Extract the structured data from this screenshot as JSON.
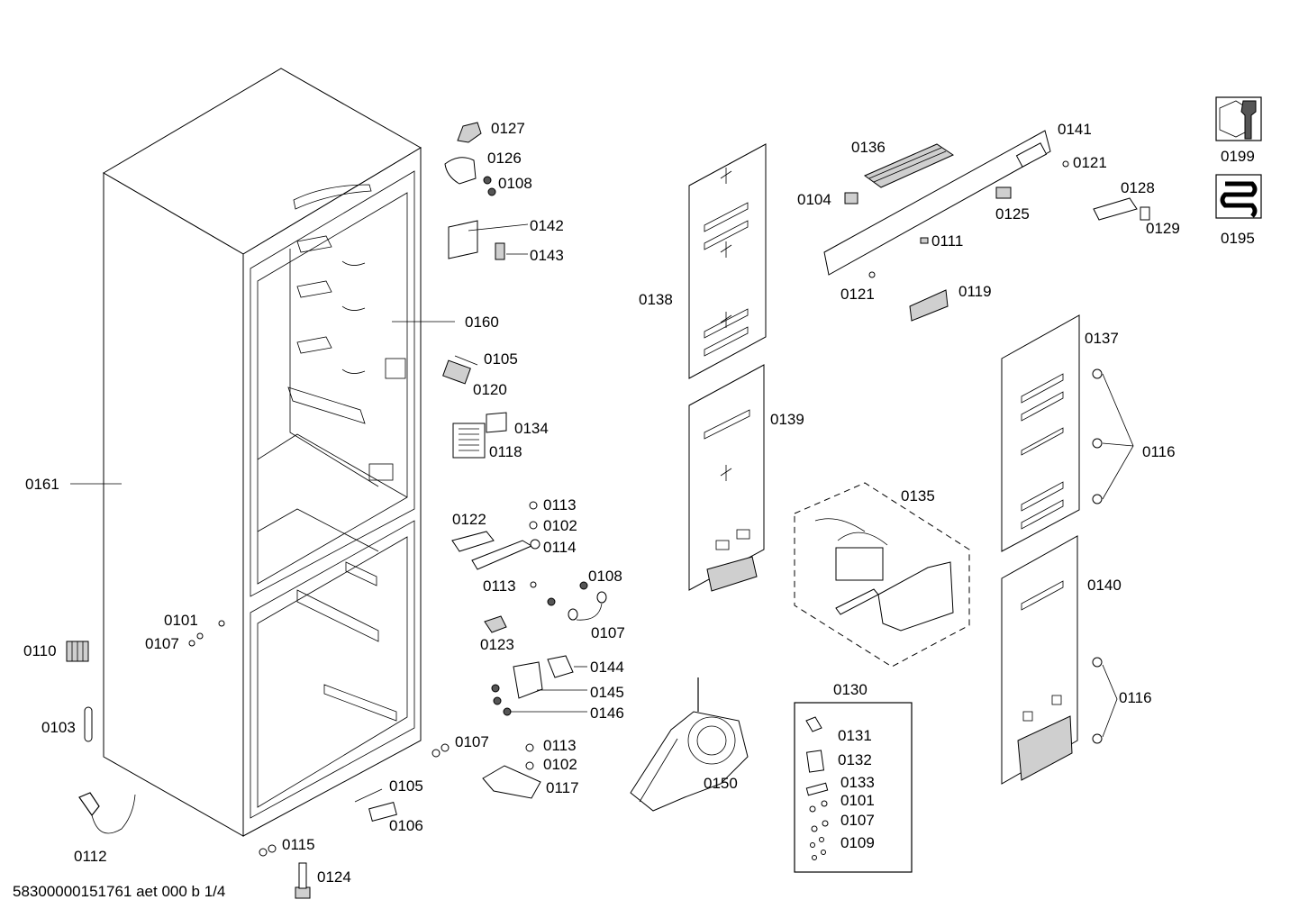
{
  "document_id": "58300000151761 aet 000 b 1/4",
  "callouts": {
    "c0101a": "0101",
    "c0101b": "0101",
    "c0102a": "0102",
    "c0102b": "0102",
    "c0103": "0103",
    "c0104": "0104",
    "c0105a": "0105",
    "c0105b": "0105",
    "c0106": "0106",
    "c0107a": "0107",
    "c0107b": "0107",
    "c0107c": "0107",
    "c0107d": "0107",
    "c0108a": "0108",
    "c0108b": "0108",
    "c0109": "0109",
    "c0110": "0110",
    "c0111": "0111",
    "c0112": "0112",
    "c0113a": "0113",
    "c0113b": "0113",
    "c0113c": "0113",
    "c0114": "0114",
    "c0115": "0115",
    "c0116a": "0116",
    "c0116b": "0116",
    "c0117": "0117",
    "c0118": "0118",
    "c0119": "0119",
    "c0120": "0120",
    "c0121a": "0121",
    "c0121b": "0121",
    "c0122": "0122",
    "c0123": "0123",
    "c0124": "0124",
    "c0125": "0125",
    "c0126": "0126",
    "c0127": "0127",
    "c0128": "0128",
    "c0129": "0129",
    "c0130": "0130",
    "c0131": "0131",
    "c0132": "0132",
    "c0133": "0133",
    "c0134": "0134",
    "c0135": "0135",
    "c0136": "0136",
    "c0137": "0137",
    "c0138": "0138",
    "c0139": "0139",
    "c0140": "0140",
    "c0141": "0141",
    "c0142": "0142",
    "c0143": "0143",
    "c0144": "0144",
    "c0145": "0145",
    "c0146": "0146",
    "c0150": "0150",
    "c0160": "0160",
    "c0161": "0161",
    "c0195": "0195",
    "c0199": "0199"
  },
  "icons": {
    "service_kit": "wrench-nut-icon",
    "heating_coil": "coil-icon"
  }
}
